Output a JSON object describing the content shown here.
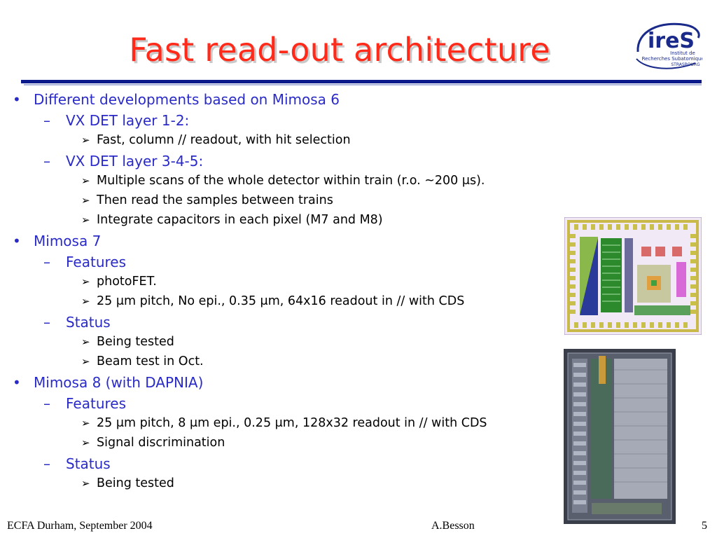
{
  "slide": {
    "title": "Fast read-out architecture",
    "logo": {
      "mark": "ireS",
      "lines": [
        "Institut de",
        "Recherches Subatomiques",
        "STRASBOURG"
      ]
    },
    "bullets": [
      {
        "level": 1,
        "marker": "•",
        "text": "Different developments based on Mimosa 6"
      },
      {
        "level": 2,
        "marker": "–",
        "text": "VX DET layer 1-2:"
      },
      {
        "level": 3,
        "marker": "➢",
        "text": "Fast, column // readout, with hit selection"
      },
      {
        "level": 2,
        "marker": "–",
        "text": "VX DET layer 3-4-5:"
      },
      {
        "level": 3,
        "marker": "➢",
        "text": "Multiple scans of the whole detector within train (r.o. ~200 μs)."
      },
      {
        "level": 3,
        "marker": "➢",
        "text": "Then read the samples between trains"
      },
      {
        "level": 3,
        "marker": "➢",
        "text": "Integrate capacitors in each pixel (M7 and M8)"
      },
      {
        "level": 1,
        "marker": "•",
        "text": "Mimosa 7"
      },
      {
        "level": 2,
        "marker": "–",
        "text": "Features"
      },
      {
        "level": 3,
        "marker": "➢",
        "text": "photoFET."
      },
      {
        "level": 3,
        "marker": "➢",
        "text": "25 μm pitch, No epi., 0.35 μm, 64x16 readout in // with CDS"
      },
      {
        "level": 2,
        "marker": "–",
        "text": "Status"
      },
      {
        "level": 3,
        "marker": "➢",
        "text": "Being tested"
      },
      {
        "level": 3,
        "marker": "➢",
        "text": "Beam test in Oct."
      },
      {
        "level": 1,
        "marker": "•",
        "text": "Mimosa 8 (with DAPNIA)"
      },
      {
        "level": 2,
        "marker": "–",
        "text": "Features"
      },
      {
        "level": 3,
        "marker": "➢",
        "text": "25 μm pitch, 8 μm epi., 0.25 μm, 128x32 readout in // with CDS"
      },
      {
        "level": 3,
        "marker": "➢",
        "text": "Signal discrimination"
      },
      {
        "level": 2,
        "marker": "–",
        "text": "Status"
      },
      {
        "level": 3,
        "marker": "➢",
        "text": "Being tested"
      }
    ],
    "footer": {
      "left": "ECFA Durham, September 2004",
      "center": "A.Besson",
      "page": "5"
    }
  }
}
